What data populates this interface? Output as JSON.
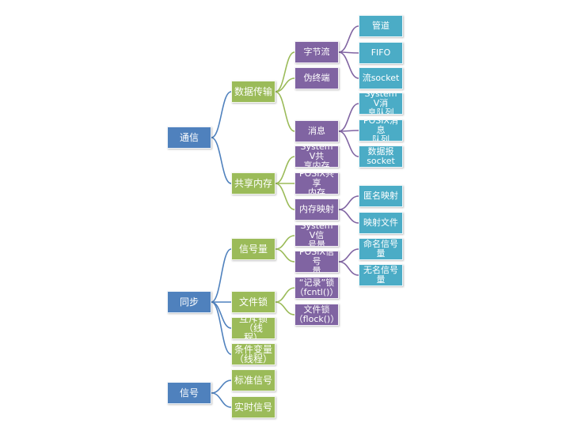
{
  "colors": {
    "level0": "#4f81bd",
    "level1": "#9bbb59",
    "level2": "#8064a2",
    "level3": "#4bacc6"
  },
  "tree": [
    {
      "label": "通信",
      "children": [
        {
          "label": "数据传输",
          "children": [
            {
              "label": "字节流",
              "children": [
                {
                  "label": "管道"
                },
                {
                  "label": "FIFO"
                },
                {
                  "label": "流socket"
                }
              ]
            },
            {
              "label": "伪终端"
            },
            {
              "label": "消息",
              "children": [
                {
                  "label": "System V消\n息队列"
                },
                {
                  "label": "POSIX消息\n队列"
                },
                {
                  "label": "数据报\nsocket"
                }
              ]
            }
          ]
        },
        {
          "label": "共享内存",
          "children": [
            {
              "label": "System V共\n享内存"
            },
            {
              "label": "POSIX共享\n内存"
            },
            {
              "label": "内存映射",
              "children": [
                {
                  "label": "匿名映射"
                },
                {
                  "label": "映射文件"
                }
              ]
            }
          ]
        }
      ]
    },
    {
      "label": "同步",
      "children": [
        {
          "label": "信号量",
          "children": [
            {
              "label": "System V信\n号量"
            },
            {
              "label": "POSIX信号\n量",
              "children": [
                {
                  "label": "命名信号量"
                },
                {
                  "label": "无名信号量"
                }
              ]
            }
          ]
        },
        {
          "label": "文件锁",
          "children": [
            {
              "label": "“记录”锁\n（fcntl()）"
            },
            {
              "label": "文件锁\n（flock()）"
            }
          ]
        },
        {
          "label": "互斥锁（线\n程）"
        },
        {
          "label": "条件变量\n（线程）"
        }
      ]
    },
    {
      "label": "信号",
      "children": [
        {
          "label": "标准信号"
        },
        {
          "label": "实时信号"
        }
      ]
    }
  ]
}
